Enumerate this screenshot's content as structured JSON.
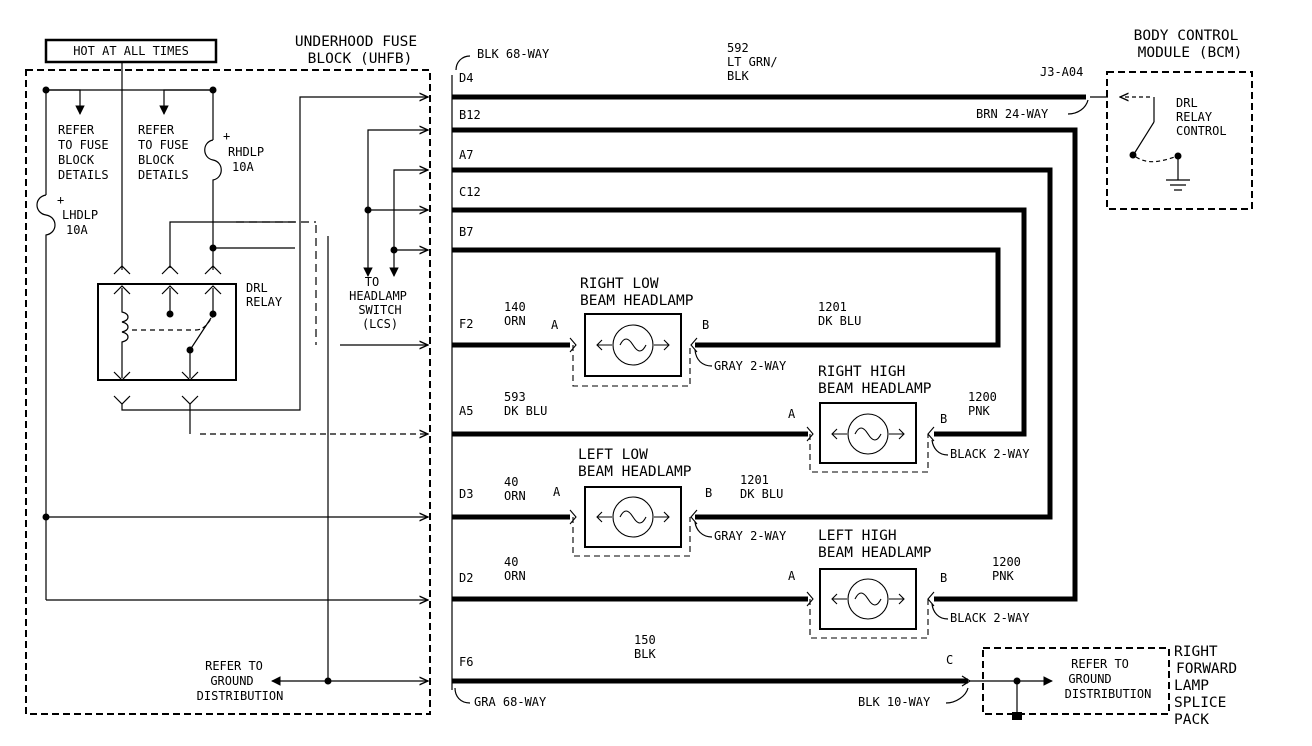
{
  "hot_label": "HOT AT ALL TIMES",
  "fuse_block": {
    "line1": "UNDERHOOD FUSE",
    "line2": "BLOCK (UHFB)"
  },
  "bcm": {
    "line1": "BODY CONTROL",
    "line2": "MODULE (BCM)",
    "ctrl1": "DRL",
    "ctrl2": "RELAY",
    "ctrl3": "CONTROL"
  },
  "refer_fuse": [
    "REFER",
    "TO FUSE",
    "BLOCK",
    "DETAILS"
  ],
  "rhdlp": {
    "plus": "+",
    "name": "RHDLP",
    "rating": "10A"
  },
  "lhdlp": {
    "plus": "+",
    "name": "LHDLP",
    "rating": "10A"
  },
  "drl_relay": {
    "line1": "DRL",
    "line2": "RELAY"
  },
  "headlamp_switch": [
    "TO",
    "HEADLAMP",
    "SWITCH",
    "(LCS)"
  ],
  "refer_ground_left": [
    "REFER TO",
    "GROUND",
    "DISTRIBUTION"
  ],
  "refer_ground_right": [
    "REFER TO",
    "GROUND",
    "DISTRIBUTION"
  ],
  "splice_pack": [
    "RIGHT",
    "FORWARD",
    "LAMP",
    "SPLICE",
    "PACK"
  ],
  "connectors": {
    "blk68": "BLK 68-WAY",
    "brn24": "BRN 24-WAY",
    "j3": "J3-A04",
    "gra68": "GRA 68-WAY",
    "blk10": "BLK 10-WAY",
    "gray2a": "GRAY 2-WAY",
    "gray2b": "GRAY 2-WAY",
    "black2a": "BLACK 2-WAY",
    "black2b": "BLACK 2-WAY"
  },
  "pins": [
    "D4",
    "B12",
    "A7",
    "C12",
    "B7",
    "F2",
    "A5",
    "D3",
    "D2",
    "F6"
  ],
  "wires": {
    "w592": {
      "num": "592",
      "color1": "LT GRN/",
      "color2": "BLK"
    },
    "w140": {
      "num": "140",
      "color": "ORN"
    },
    "w1201a": {
      "num": "1201",
      "color": "DK BLU"
    },
    "w593": {
      "num": "593",
      "color": "DK BLU"
    },
    "w1200a": {
      "num": "1200",
      "color": "PNK"
    },
    "w40a": {
      "num": "40",
      "color": "ORN"
    },
    "w1201b": {
      "num": "1201",
      "color": "DK BLU"
    },
    "w40b": {
      "num": "40",
      "color": "ORN"
    },
    "w1200b": {
      "num": "1200",
      "color": "PNK"
    },
    "w150": {
      "num": "150",
      "color": "BLK"
    }
  },
  "lamps": {
    "right_low": {
      "line1": "RIGHT LOW",
      "line2": "BEAM HEADLAMP",
      "pin_a": "A",
      "pin_b": "B"
    },
    "right_high": {
      "line1": "RIGHT HIGH",
      "line2": "BEAM HEADLAMP",
      "pin_a": "A",
      "pin_b": "B"
    },
    "left_low": {
      "line1": "LEFT LOW",
      "line2": "BEAM HEADLAMP",
      "pin_a": "A",
      "pin_b": "B"
    },
    "left_high": {
      "line1": "LEFT HIGH",
      "line2": "BEAM HEADLAMP",
      "pin_a": "A",
      "pin_b": "B"
    }
  },
  "splice_pin": "C"
}
